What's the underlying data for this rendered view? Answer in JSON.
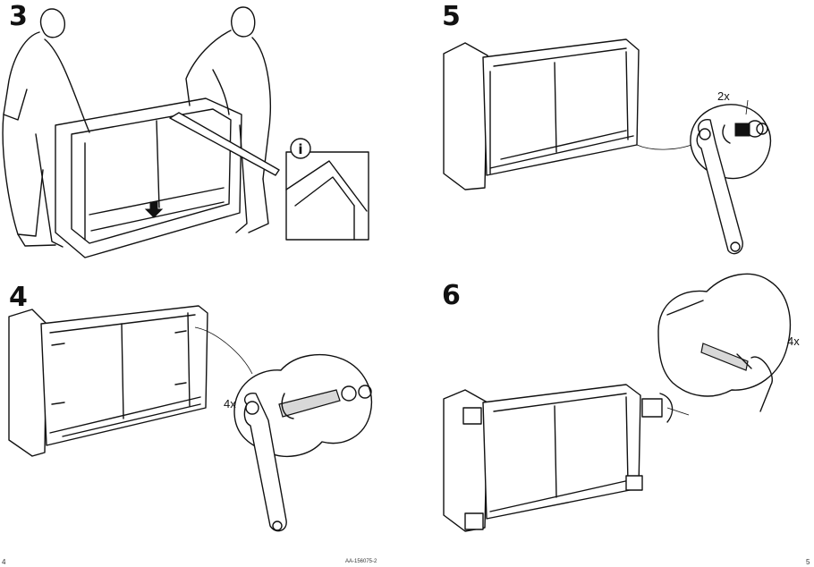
{
  "steps": [
    {
      "number": "3"
    },
    {
      "number": "5",
      "count": "2x"
    },
    {
      "number": "4",
      "count": "4x"
    },
    {
      "number": "6",
      "count": "4x"
    }
  ],
  "info_icon": "info-icon",
  "footer": {
    "page_left": "4",
    "doc_code": "AA-156075-2",
    "page_right": "5"
  }
}
